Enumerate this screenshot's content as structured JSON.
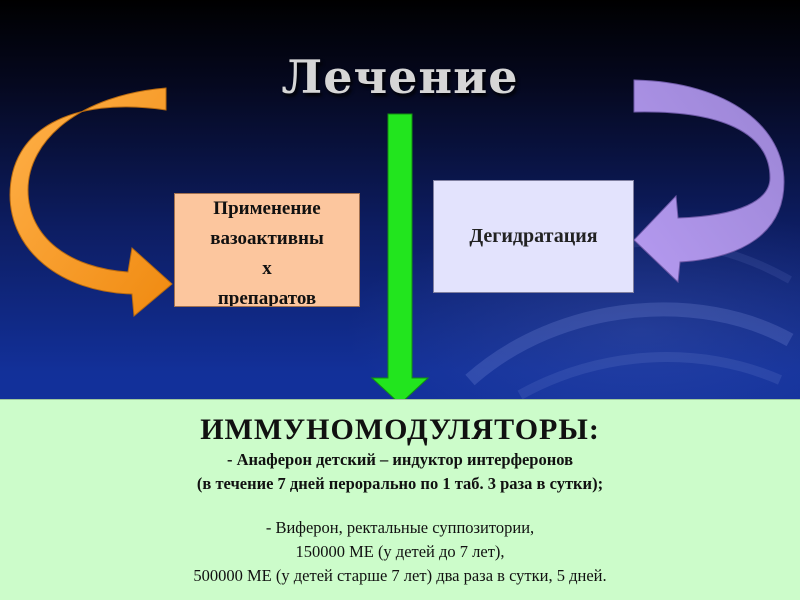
{
  "title": "Лечение",
  "left_box": {
    "lines": [
      "Применение",
      "вазоактивны",
      "х",
      "препаратов"
    ]
  },
  "right_box": {
    "label": "Дегидратация"
  },
  "bottom": {
    "heading": "ИММУНОМОДУЛЯТОРЫ:",
    "lines": [
      "- Анаферон детский – индуктор интерферонов",
      "(в течение 7 дней перорально по 1 таб. 3 раза в сутки);",
      "- Виферон, ректальные суппозитории,",
      "150000 МЕ (у детей до 7 лет),",
      "500000 МЕ (у детей старше 7 лет) два раза в сутки, 5 дней."
    ]
  },
  "colors": {
    "orange_arrow": "#f59a24",
    "purple_arrow": "#a98ee0",
    "green_arrow": "#22e51e",
    "left_box_fill": "#fcc69e",
    "right_box_fill": "#e3e3fd",
    "bottom_panel_fill": "#ccfcca"
  }
}
